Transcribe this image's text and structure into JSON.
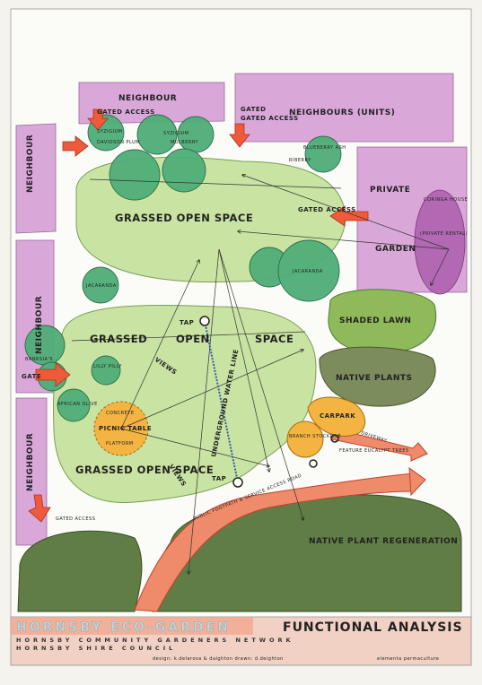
{
  "labels": {
    "neighbour_top": "NEIGHBOUR",
    "gated_access_top_left": "GATED ACCESS",
    "gated_access_top_mid": "GATED ACCESS",
    "neighbours_units": "NEIGHBOURS (UNITS)",
    "neighbour_left_upper": "NEIGHBOUR",
    "neighbour_left_mid": "NEIGHBOUR",
    "neighbour_left_lower": "NEIGHBOUR",
    "syzigium_1": "SYZIGIUM",
    "syzigium_2": "SYZIGIUM",
    "davidson_plum": "DAVIDSON PLUM",
    "mulberry": "MULBERRY",
    "blueberry_ash": "BLUEBERRY ASH",
    "riberry": "RIBERRY",
    "grassed_open_space_top": "GRASSED OPEN SPACE",
    "private": "PRIVATE",
    "garden": "GARDEN",
    "coringa_house": "CORINGA HOUSE",
    "private_rental": "(PRIVATE RENTAL)",
    "gated_access_right": "GATED ACCESS",
    "jacaranda_left": "JACARANDA",
    "jacaranda_right": "JACARANDA",
    "shaded_lawn": "SHADED LAWN",
    "native_plants": "NATIVE PLANTS",
    "grassed": "GRASSED",
    "open": "OPEN",
    "space": "SPACE",
    "tap_top": "TAP",
    "tap_bottom": "TAP",
    "banksias": "BANKSIA'S",
    "gate_left": "GATE",
    "lilly_pilly": "LILLY PILLY",
    "african_olive": "AFRICAN OLIVE",
    "views_1": "VIEWS",
    "views_2": "VIEWS",
    "picnic_concrete": "CONCRETE",
    "picnic_table": "PICNIC TABLE",
    "picnic_platform": "PLATFORM",
    "underground_water_line": "UNDERGROUND WATER LINE",
    "carpark": "CARPARK",
    "driveway": "DRIVEWAY",
    "branch_stockpile": "BRANCH STOCKPILE",
    "feature_eucalypt_trees": "FEATURE EUCALYPT TREES",
    "grassed_open_space_bottom": "GRASSED OPEN SPACE",
    "gated_access_bottom_left": "GATED ACCESS",
    "public_footpath_road": "PUBLIC FOOTPATH & SERVICE ACCESS ROAD",
    "native_plant_regeneration": "NATIVE PLANT REGENERATION"
  },
  "title_block": {
    "title": "HORNSBY ECO-GARDEN",
    "subtitle": "FUNCTIONAL ANALYSIS",
    "line2": "HORNSBY COMMUNITY GARDENERS NETWORK",
    "line3": "HORNSBY SHIRE COUNCIL",
    "credits": "design: k.delarosa & daighton     drawn: d.deighton",
    "firm": "elementa permaculture"
  },
  "colors": {
    "neighbour": "#cf8fd0",
    "grass": "#c9e3a2",
    "tree": "#4fae78",
    "shaded_lawn": "#8fba5a",
    "native_plants": "#7a8a5a",
    "regeneration": "#5f7a45",
    "road": "#ee7a60",
    "orange": "#f3b441",
    "arrow": "#ee5a3a"
  }
}
